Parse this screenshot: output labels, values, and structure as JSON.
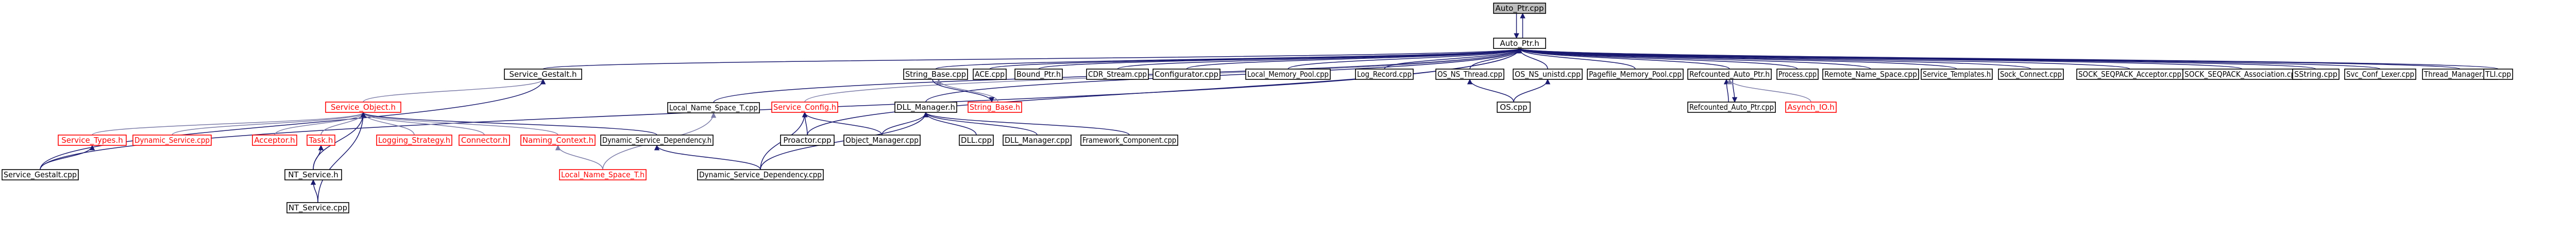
{
  "colors": {
    "background": "#ffffff",
    "edge": "#191970",
    "edge_light": "#7b7ba8",
    "text_normal": "#000000",
    "text_external": "#ff0000",
    "border_normal": "#000000",
    "border_external": "#ff0000",
    "root_fill": "#bfbfbf"
  },
  "nodes": [
    {
      "id": "auto_ptr_cpp",
      "label": "Auto_Ptr.cpp",
      "style": "root"
    },
    {
      "id": "auto_ptr_h",
      "label": "Auto_Ptr.h",
      "style": "normal"
    },
    {
      "id": "service_gestalt_h",
      "label": "Service_Gestalt.h",
      "style": "normal"
    },
    {
      "id": "service_object_h",
      "label": "Service_Object.h",
      "style": "external"
    },
    {
      "id": "service_types_h",
      "label": "Service_Types.h",
      "style": "external"
    },
    {
      "id": "dynamic_service_cpp",
      "label": "Dynamic_Service.cpp",
      "style": "external"
    },
    {
      "id": "acceptor_h",
      "label": "Acceptor.h",
      "style": "external"
    },
    {
      "id": "task_h",
      "label": "Task.h",
      "style": "external"
    },
    {
      "id": "logging_strategy_h",
      "label": "Logging_Strategy.h",
      "style": "external"
    },
    {
      "id": "connector_h",
      "label": "Connector.h",
      "style": "external"
    },
    {
      "id": "naming_context_h",
      "label": "Naming_Context.h",
      "style": "external"
    },
    {
      "id": "dynamic_service_dependency_h",
      "label": "Dynamic_Service_Dependency.h",
      "style": "normal"
    },
    {
      "id": "service_gestalt_cpp",
      "label": "Service_Gestalt.cpp",
      "style": "normal"
    },
    {
      "id": "nt_service_h",
      "label": "NT_Service.h",
      "style": "normal"
    },
    {
      "id": "nt_service_cpp",
      "label": "NT_Service.cpp",
      "style": "normal"
    },
    {
      "id": "local_name_space_t_cpp",
      "label": "Local_Name_Space_T.cpp",
      "style": "normal"
    },
    {
      "id": "local_name_space_t_h",
      "label": "Local_Name_Space_T.h",
      "style": "external"
    },
    {
      "id": "service_config_h",
      "label": "Service_Config.h",
      "style": "external"
    },
    {
      "id": "proactor_cpp",
      "label": "Proactor.cpp",
      "style": "normal"
    },
    {
      "id": "dynamic_service_dependency_cpp",
      "label": "Dynamic_Service_Dependency.cpp",
      "style": "normal"
    },
    {
      "id": "string_base_cpp",
      "label": "String_Base.cpp",
      "style": "normal"
    },
    {
      "id": "string_base_h",
      "label": "String_Base.h",
      "style": "external"
    },
    {
      "id": "dll_manager_h",
      "label": "DLL_Manager.h",
      "style": "normal"
    },
    {
      "id": "object_manager_cpp",
      "label": "Object_Manager.cpp",
      "style": "normal"
    },
    {
      "id": "dll_cpp",
      "label": "DLL.cpp",
      "style": "normal"
    },
    {
      "id": "dll_manager_cpp",
      "label": "DLL_Manager.cpp",
      "style": "normal"
    },
    {
      "id": "framework_component_cpp",
      "label": "Framework_Component.cpp",
      "style": "normal"
    },
    {
      "id": "ace_cpp",
      "label": "ACE.cpp",
      "style": "normal"
    },
    {
      "id": "bound_ptr_h",
      "label": "Bound_Ptr.h",
      "style": "normal"
    },
    {
      "id": "cdr_stream_cpp",
      "label": "CDR_Stream.cpp",
      "style": "normal"
    },
    {
      "id": "configurator_cpp",
      "label": "Configurator.cpp",
      "style": "normal"
    },
    {
      "id": "local_memory_pool_cpp",
      "label": "Local_Memory_Pool.cpp",
      "style": "normal"
    },
    {
      "id": "log_record_cpp",
      "label": "Log_Record.cpp",
      "style": "normal"
    },
    {
      "id": "os_ns_thread_cpp",
      "label": "OS_NS_Thread.cpp",
      "style": "normal"
    },
    {
      "id": "os_ns_unistd_cpp",
      "label": "OS_NS_unistd.cpp",
      "style": "normal"
    },
    {
      "id": "os_cpp",
      "label": "OS.cpp",
      "style": "normal"
    },
    {
      "id": "pagefile_memory_pool_cpp",
      "label": "Pagefile_Memory_Pool.cpp",
      "style": "normal"
    },
    {
      "id": "refcounted_auto_ptr_h",
      "label": "Refcounted_Auto_Ptr.h",
      "style": "normal"
    },
    {
      "id": "refcounted_auto_ptr_cpp",
      "label": "Refcounted_Auto_Ptr.cpp",
      "style": "normal"
    },
    {
      "id": "asynch_io_h",
      "label": "Asynch_IO.h",
      "style": "external"
    },
    {
      "id": "process_cpp",
      "label": "Process.cpp",
      "style": "normal"
    },
    {
      "id": "remote_name_space_cpp",
      "label": "Remote_Name_Space.cpp",
      "style": "normal"
    },
    {
      "id": "service_templates_h",
      "label": "Service_Templates.h",
      "style": "normal"
    },
    {
      "id": "sock_connect_cpp",
      "label": "Sock_Connect.cpp",
      "style": "normal"
    },
    {
      "id": "sock_seqpack_acceptor_cpp",
      "label": "SOCK_SEQPACK_Acceptor.cpp",
      "style": "normal"
    },
    {
      "id": "sock_seqpack_association_cpp",
      "label": "SOCK_SEQPACK_Association.cpp",
      "style": "normal"
    },
    {
      "id": "sstring_cpp",
      "label": "SString.cpp",
      "style": "normal"
    },
    {
      "id": "svc_conf_lexer_cpp",
      "label": "Svc_Conf_Lexer.cpp",
      "style": "normal"
    },
    {
      "id": "thread_manager_cpp",
      "label": "Thread_Manager.cpp",
      "style": "normal"
    },
    {
      "id": "tli_cpp",
      "label": "TLI.cpp",
      "style": "normal"
    }
  ],
  "edges": [
    {
      "from": "auto_ptr_h",
      "to": "auto_ptr_cpp"
    },
    {
      "from": "auto_ptr_cpp",
      "to": "auto_ptr_h"
    },
    {
      "from": "service_gestalt_h",
      "to": "auto_ptr_h"
    },
    {
      "from": "service_gestalt_cpp",
      "to": "auto_ptr_h"
    },
    {
      "from": "local_name_space_t_cpp",
      "to": "auto_ptr_h"
    },
    {
      "from": "service_config_h",
      "to": "auto_ptr_h"
    },
    {
      "from": "proactor_cpp",
      "to": "auto_ptr_h"
    },
    {
      "from": "string_base_cpp",
      "to": "auto_ptr_h"
    },
    {
      "from": "dll_manager_h",
      "to": "auto_ptr_h"
    },
    {
      "from": "ace_cpp",
      "to": "auto_ptr_h"
    },
    {
      "from": "bound_ptr_h",
      "to": "auto_ptr_h"
    },
    {
      "from": "cdr_stream_cpp",
      "to": "auto_ptr_h"
    },
    {
      "from": "configurator_cpp",
      "to": "auto_ptr_h"
    },
    {
      "from": "local_memory_pool_cpp",
      "to": "auto_ptr_h"
    },
    {
      "from": "log_record_cpp",
      "to": "auto_ptr_h"
    },
    {
      "from": "os_ns_thread_cpp",
      "to": "auto_ptr_h"
    },
    {
      "from": "os_ns_unistd_cpp",
      "to": "auto_ptr_h"
    },
    {
      "from": "pagefile_memory_pool_cpp",
      "to": "auto_ptr_h"
    },
    {
      "from": "refcounted_auto_ptr_h",
      "to": "auto_ptr_h"
    },
    {
      "from": "process_cpp",
      "to": "auto_ptr_h"
    },
    {
      "from": "remote_name_space_cpp",
      "to": "auto_ptr_h"
    },
    {
      "from": "service_templates_h",
      "to": "auto_ptr_h"
    },
    {
      "from": "sock_connect_cpp",
      "to": "auto_ptr_h"
    },
    {
      "from": "sock_seqpack_acceptor_cpp",
      "to": "auto_ptr_h"
    },
    {
      "from": "sock_seqpack_association_cpp",
      "to": "auto_ptr_h"
    },
    {
      "from": "sstring_cpp",
      "to": "auto_ptr_h"
    },
    {
      "from": "svc_conf_lexer_cpp",
      "to": "auto_ptr_h"
    },
    {
      "from": "thread_manager_cpp",
      "to": "auto_ptr_h"
    },
    {
      "from": "tli_cpp",
      "to": "auto_ptr_h"
    },
    {
      "from": "service_object_h",
      "to": "service_gestalt_h"
    },
    {
      "from": "service_gestalt_cpp",
      "to": "service_gestalt_h"
    },
    {
      "from": "service_types_h",
      "to": "service_object_h"
    },
    {
      "from": "dynamic_service_cpp",
      "to": "service_object_h"
    },
    {
      "from": "acceptor_h",
      "to": "service_object_h"
    },
    {
      "from": "task_h",
      "to": "service_object_h"
    },
    {
      "from": "logging_strategy_h",
      "to": "service_object_h"
    },
    {
      "from": "connector_h",
      "to": "service_object_h"
    },
    {
      "from": "naming_context_h",
      "to": "service_object_h"
    },
    {
      "from": "dynamic_service_dependency_h",
      "to": "service_object_h"
    },
    {
      "from": "nt_service_h",
      "to": "service_object_h"
    },
    {
      "from": "nt_service_cpp",
      "to": "service_object_h"
    },
    {
      "from": "service_gestalt_cpp",
      "to": "service_types_h"
    },
    {
      "from": "nt_service_h",
      "to": "task_h"
    },
    {
      "from": "nt_service_cpp",
      "to": "nt_service_h"
    },
    {
      "from": "local_name_space_t_h",
      "to": "naming_context_h"
    },
    {
      "from": "dynamic_service_dependency_cpp",
      "to": "dynamic_service_dependency_h"
    },
    {
      "from": "local_name_space_t_h",
      "to": "local_name_space_t_cpp"
    },
    {
      "from": "proactor_cpp",
      "to": "service_config_h"
    },
    {
      "from": "object_manager_cpp",
      "to": "service_config_h"
    },
    {
      "from": "dynamic_service_dependency_cpp",
      "to": "service_config_h"
    },
    {
      "from": "string_base_h",
      "to": "string_base_cpp"
    },
    {
      "from": "string_base_cpp",
      "to": "string_base_h"
    },
    {
      "from": "object_manager_cpp",
      "to": "dll_manager_h"
    },
    {
      "from": "dll_cpp",
      "to": "dll_manager_h"
    },
    {
      "from": "dll_manager_cpp",
      "to": "dll_manager_h"
    },
    {
      "from": "framework_component_cpp",
      "to": "dll_manager_h"
    },
    {
      "from": "dynamic_service_dependency_cpp",
      "to": "dll_manager_h"
    },
    {
      "from": "os_cpp",
      "to": "os_ns_thread_cpp"
    },
    {
      "from": "os_cpp",
      "to": "os_ns_unistd_cpp"
    },
    {
      "from": "refcounted_auto_ptr_cpp",
      "to": "refcounted_auto_ptr_h"
    },
    {
      "from": "refcounted_auto_ptr_h",
      "to": "refcounted_auto_ptr_cpp"
    },
    {
      "from": "asynch_io_h",
      "to": "refcounted_auto_ptr_h"
    }
  ]
}
